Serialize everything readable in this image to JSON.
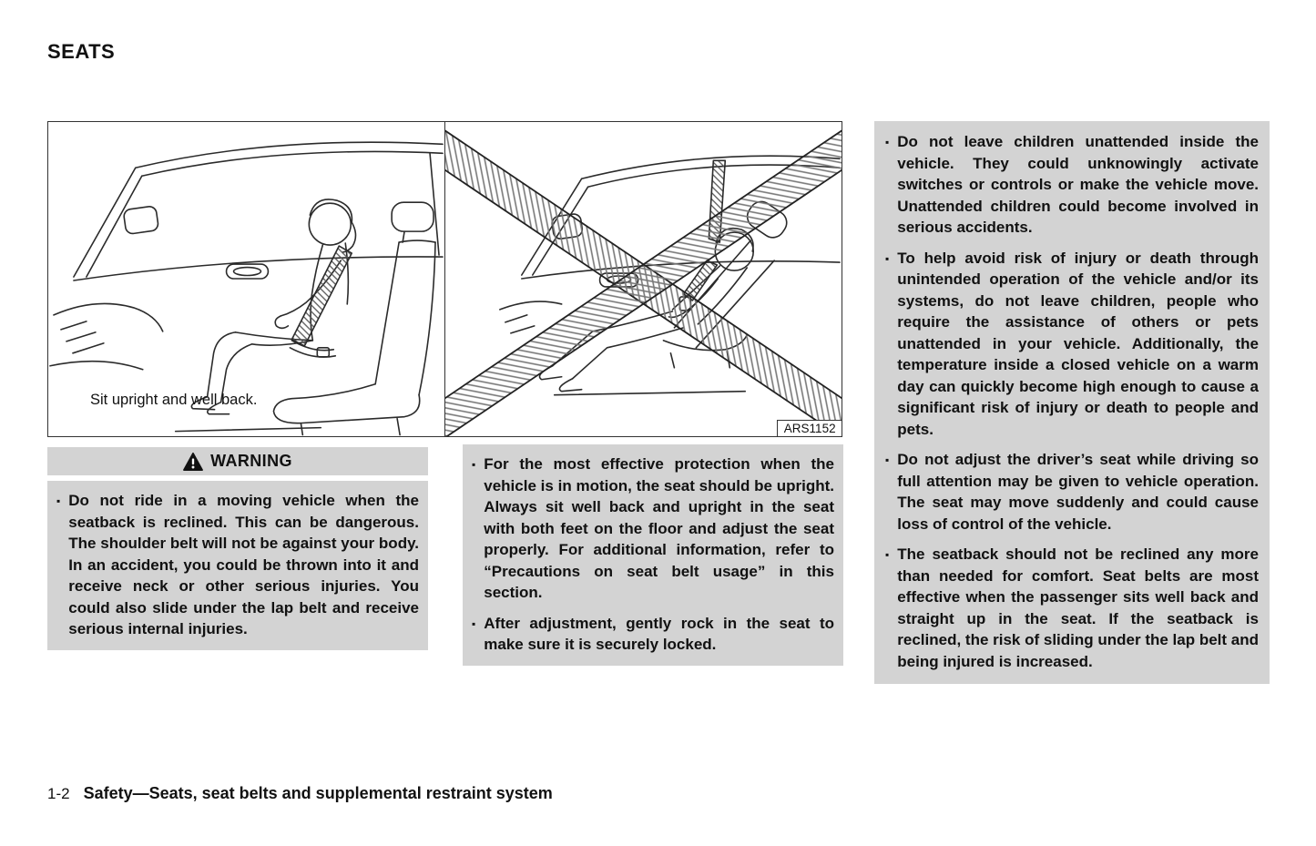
{
  "page": {
    "heading": "SEATS",
    "footer": {
      "page_number": "1-2",
      "title": "Safety—Seats, seat belts and supplemental restraint system"
    }
  },
  "figure": {
    "left_caption": "Sit upright and well back.",
    "figure_id": "ARS1152",
    "left_illustration": "person-seated-upright-with-seat-belt",
    "right_illustration": "person-reclined-crossed-out"
  },
  "warning": {
    "title": "WARNING",
    "items": [
      "Do not ride in a moving vehicle when the seatback is reclined. This can be dangerous. The shoulder belt will not be against your body. In an accident, you could be thrown into it and receive neck or other serious injuries. You could also slide under the lap belt and receive serious internal injuries."
    ]
  },
  "middle_column": {
    "items": [
      "For the most effective protection when the vehicle is in motion, the seat should be upright. Always sit well back and upright in the seat with both feet on the floor and adjust the seat properly. For additional information, refer to “Precautions on seat belt usage” in this section.",
      "After adjustment, gently rock in the seat to make sure it is securely locked."
    ]
  },
  "right_column": {
    "items": [
      "Do not leave children unattended inside the vehicle. They could unknowingly activate switches or controls or make the vehicle move. Unattended children could become involved in serious accidents.",
      "To help avoid risk of injury or death through unintended operation of the vehicle and/or its systems, do not leave children, people who require the assistance of others or pets unattended in your vehicle. Additionally, the temperature inside a closed vehicle on a warm day can quickly become high enough to cause a significant risk of injury or death to people and pets.",
      "Do not adjust the driver’s seat while driving so full attention may be given to vehicle operation. The seat may move suddenly and could cause loss of control of the vehicle.",
      "The seatback should not be reclined any more than needed for comfort. Seat belts are most effective when the passenger sits well back and straight up in the seat. If the seatback is reclined, the risk of sliding under the lap belt and being injured is increased."
    ]
  },
  "icons": {
    "bullet": "▪",
    "warning": "⚠"
  },
  "colors": {
    "panel_gray": "#d3d3d3",
    "text": "#111111",
    "line_art": "#2b2b2b"
  }
}
